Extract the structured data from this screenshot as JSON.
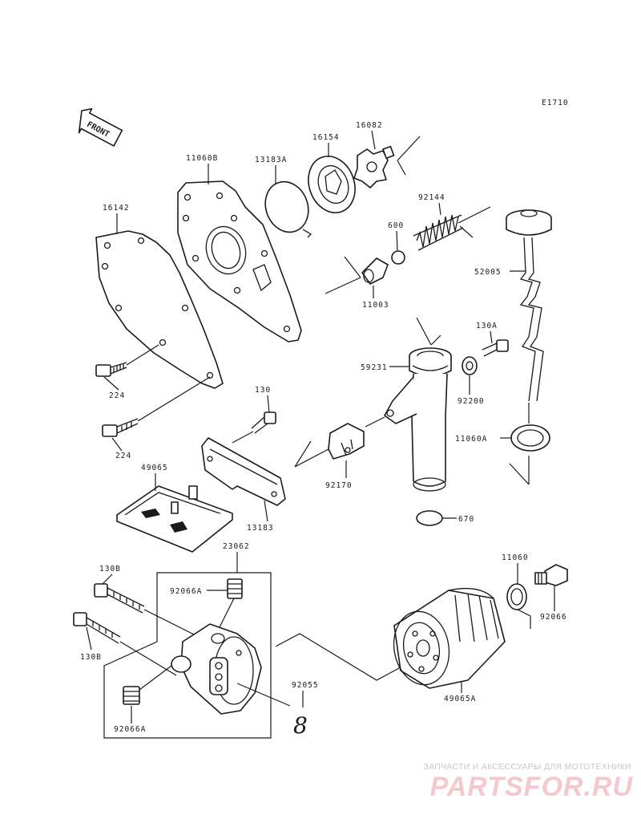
{
  "diagram_code": "E1710",
  "front_label": "FRONT",
  "parts": {
    "p16142": "16142",
    "p11060B": "11060B",
    "p13183A": "13183A",
    "p16154": "16154",
    "p16082": "16082",
    "p92144": "92144",
    "p600": "600",
    "p52005": "52005",
    "p11003": "11003",
    "p224a": "224",
    "p224b": "224",
    "p130A": "130A",
    "p59231": "59231",
    "p92200": "92200",
    "p130": "130",
    "p11060A": "11060A",
    "p49065": "49065",
    "p92170": "92170",
    "p13183": "13183",
    "p670": "670",
    "p23062": "23062",
    "p130Ba": "130B",
    "p130Bb": "130B",
    "p92066Aa": "92066A",
    "p92066Ab": "92066A",
    "p11060": "11060",
    "p92066": "92066",
    "p92055": "92055",
    "p49065A": "49065A",
    "ref8": "8"
  },
  "watermark": {
    "line1": "ЗАПЧАСТИ И АКСЕССУАРЫ ДЛЯ МОТОТЕХНИКИ",
    "logo": "PARTSFOR.RU"
  }
}
